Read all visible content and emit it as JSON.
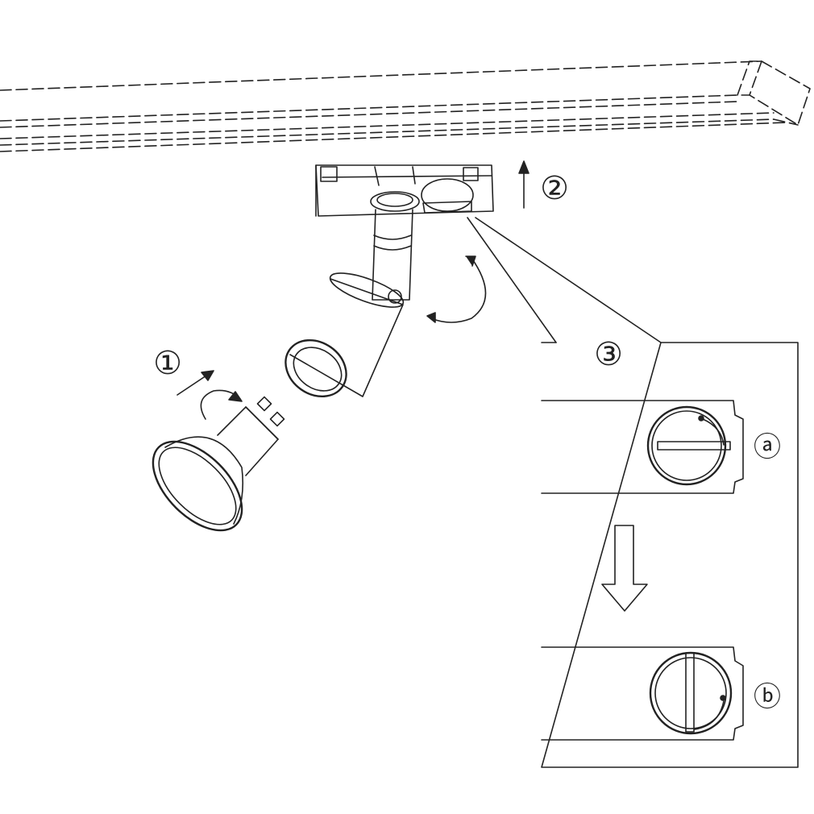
{
  "steps": {
    "step1": "①",
    "step2": "②",
    "step3": "③"
  },
  "detail": {
    "state_a": "ⓐ",
    "state_b": "ⓑ"
  },
  "colors": {
    "line": "#222222",
    "background": "#ffffff"
  }
}
